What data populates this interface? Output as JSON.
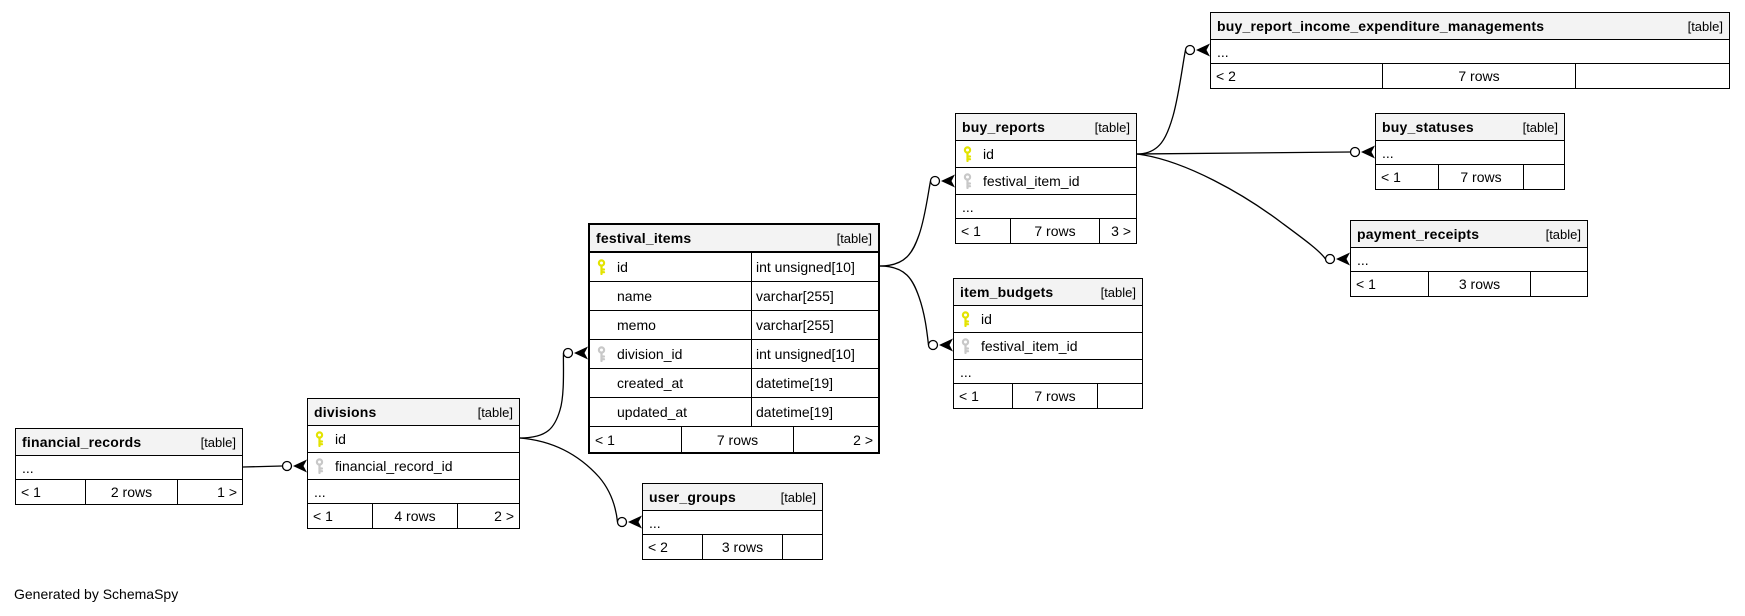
{
  "canvas": {
    "footer_note": "Generated by SchemaSpy"
  },
  "colors": {
    "header_bg": "#f3f3f3",
    "border": "#000000",
    "pk_key": "#e3e300",
    "fk_key": "#c8c8c8"
  },
  "tables": {
    "buy_report_income_expenditure_managements": {
      "name": "buy_report_income_expenditure_managements",
      "badge": "[table]",
      "ellipsis": "...",
      "footer": {
        "parents": "< 2",
        "rows": "7 rows",
        "children": ""
      }
    },
    "buy_statuses": {
      "name": "buy_statuses",
      "badge": "[table]",
      "ellipsis": "...",
      "footer": {
        "parents": "< 1",
        "rows": "7 rows",
        "children": ""
      }
    },
    "payment_receipts": {
      "name": "payment_receipts",
      "badge": "[table]",
      "ellipsis": "...",
      "footer": {
        "parents": "< 1",
        "rows": "3 rows",
        "children": ""
      }
    },
    "buy_reports": {
      "name": "buy_reports",
      "badge": "[table]",
      "columns": [
        {
          "key": "pk",
          "name": "id"
        },
        {
          "key": "fk",
          "name": "festival_item_id"
        }
      ],
      "ellipsis": "...",
      "footer": {
        "parents": "< 1",
        "rows": "7 rows",
        "children": "3 >"
      }
    },
    "item_budgets": {
      "name": "item_budgets",
      "badge": "[table]",
      "columns": [
        {
          "key": "pk",
          "name": "id"
        },
        {
          "key": "fk",
          "name": "festival_item_id"
        }
      ],
      "ellipsis": "...",
      "footer": {
        "parents": "< 1",
        "rows": "7 rows",
        "children": ""
      }
    },
    "festival_items": {
      "name": "festival_items",
      "badge": "[table]",
      "columns": [
        {
          "key": "pk",
          "name": "id",
          "type": "int unsigned[10]"
        },
        {
          "key": "",
          "name": "name",
          "type": "varchar[255]"
        },
        {
          "key": "",
          "name": "memo",
          "type": "varchar[255]"
        },
        {
          "key": "fk",
          "name": "division_id",
          "type": "int unsigned[10]"
        },
        {
          "key": "",
          "name": "created_at",
          "type": "datetime[19]"
        },
        {
          "key": "",
          "name": "updated_at",
          "type": "datetime[19]"
        }
      ],
      "footer": {
        "parents": "< 1",
        "rows": "7 rows",
        "children": "2 >"
      }
    },
    "divisions": {
      "name": "divisions",
      "badge": "[table]",
      "columns": [
        {
          "key": "pk",
          "name": "id"
        },
        {
          "key": "fk",
          "name": "financial_record_id"
        }
      ],
      "ellipsis": "...",
      "footer": {
        "parents": "< 1",
        "rows": "4 rows",
        "children": "2 >"
      }
    },
    "financial_records": {
      "name": "financial_records",
      "badge": "[table]",
      "ellipsis": "...",
      "footer": {
        "parents": "< 1",
        "rows": "2 rows",
        "children": "1 >"
      }
    },
    "user_groups": {
      "name": "user_groups",
      "badge": "[table]",
      "ellipsis": "...",
      "footer": {
        "parents": "< 2",
        "rows": "3 rows",
        "children": ""
      }
    }
  }
}
